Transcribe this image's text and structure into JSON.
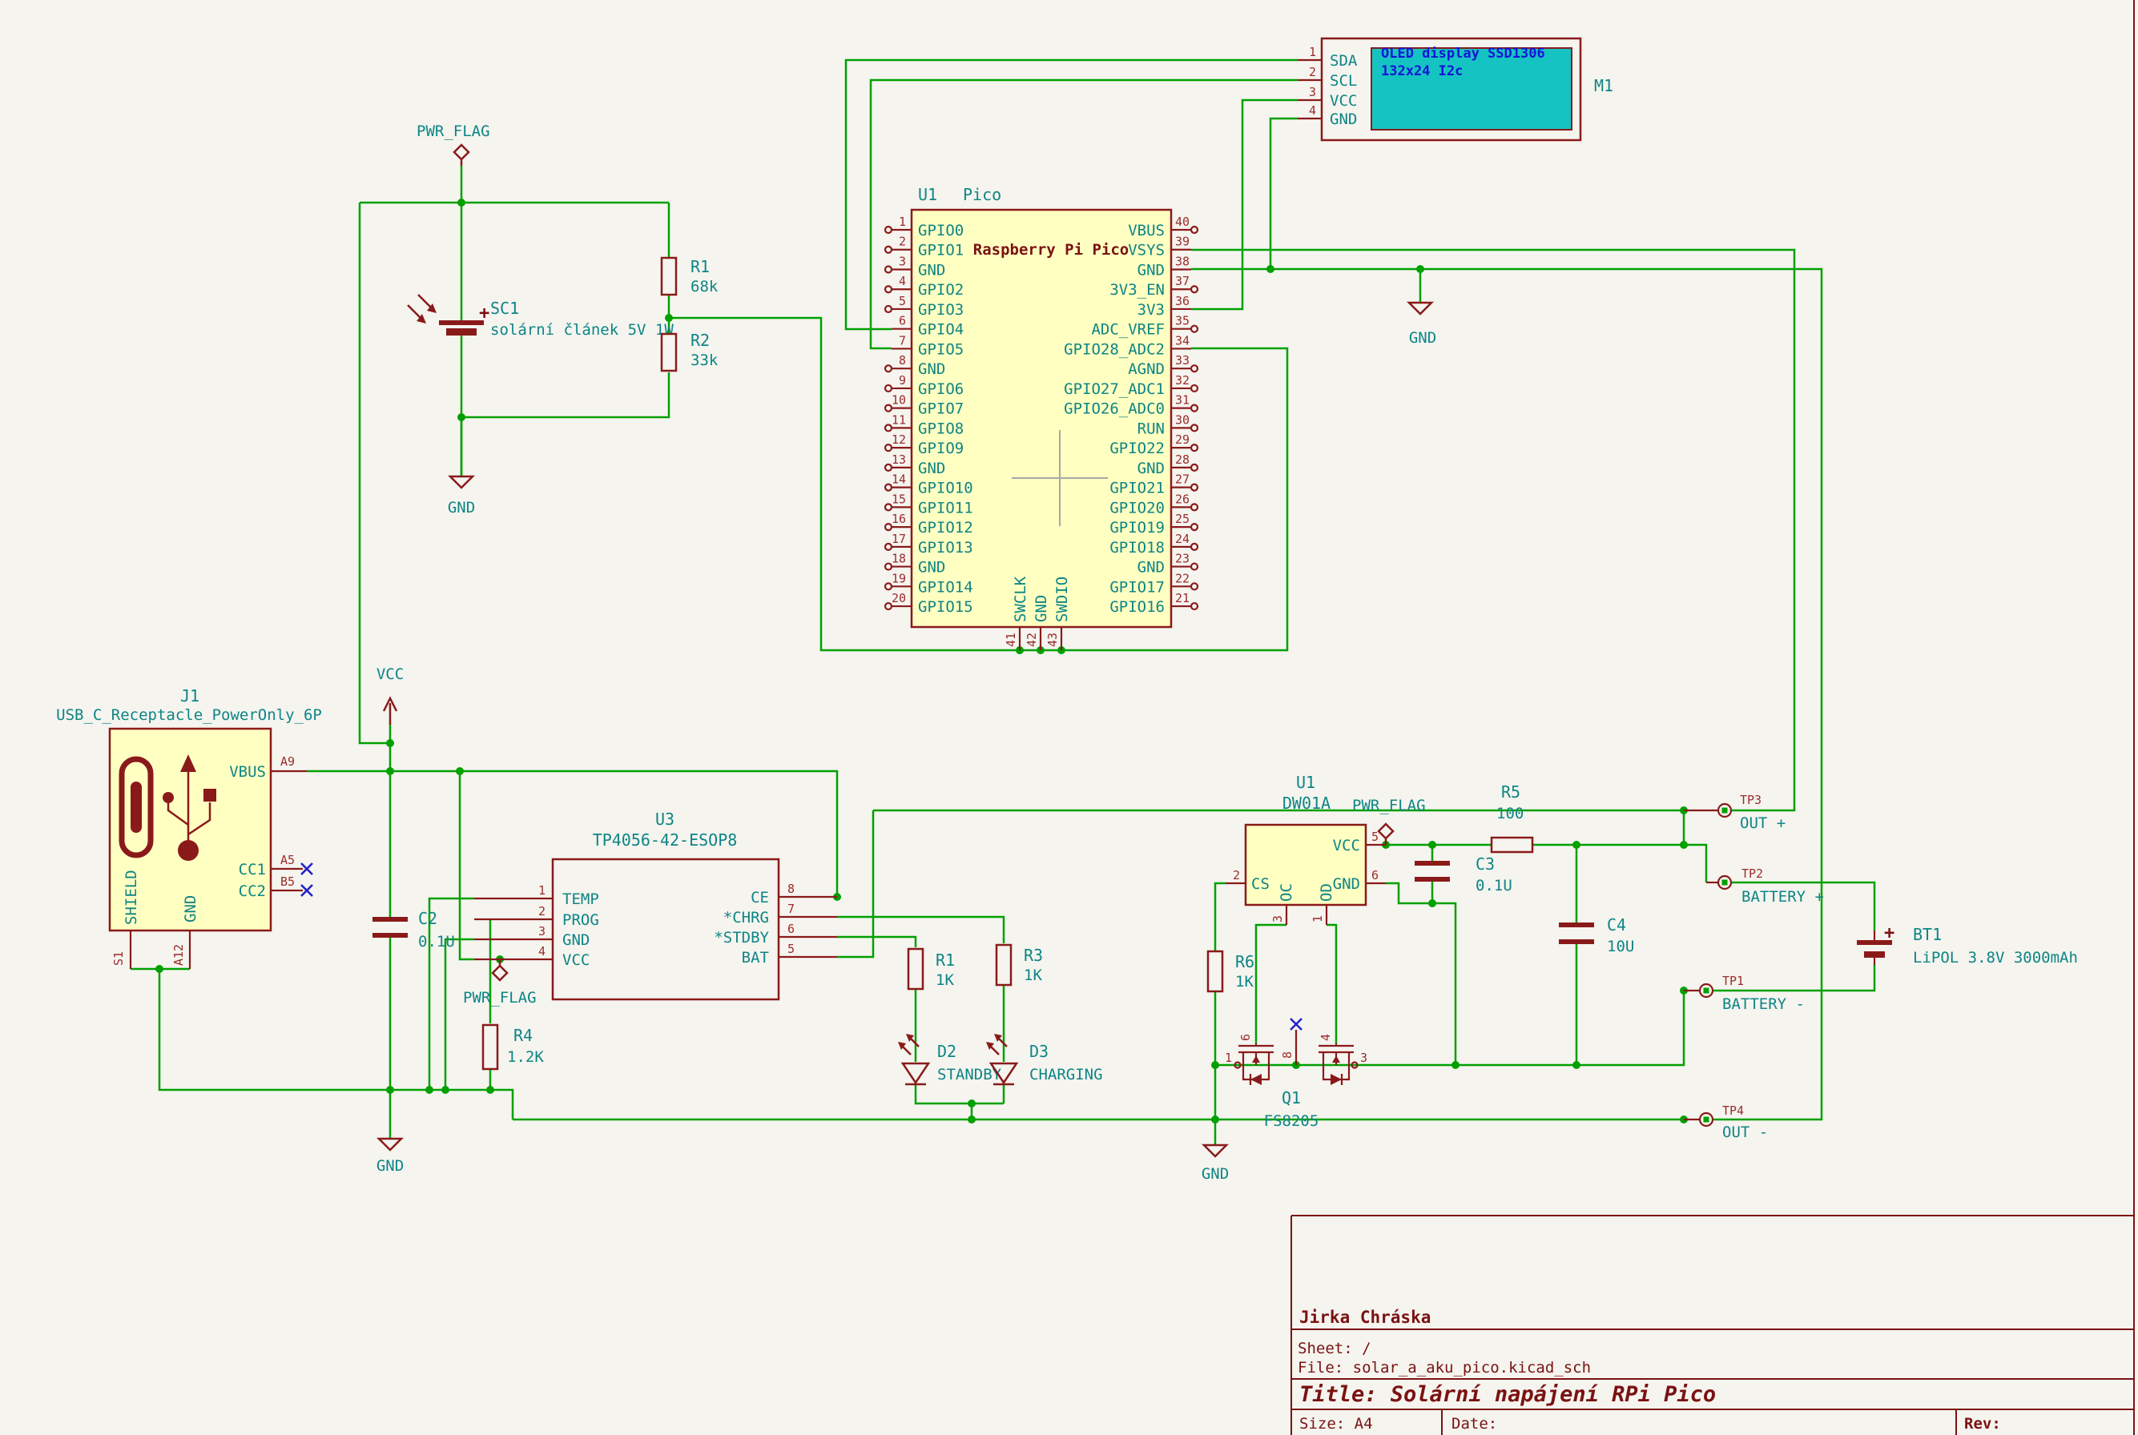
{
  "colors": {
    "bg": "#F5F4EF",
    "wire": "#00A000",
    "sym": "#8A1A1A",
    "symfill": "#FFFFC2",
    "text": "#0E8585",
    "pinnum": "#9C2B2B",
    "darkred": "#7A1212",
    "nc": "#2424C8",
    "screen": "#16C3C3",
    "screentext": "#1414D6",
    "grey": "#A8A8A8"
  },
  "power": {
    "pwr_flag": "PWR_FLAG",
    "gnd": "GND",
    "vcc": "VCC"
  },
  "components": {
    "pico": {
      "ref": "U1",
      "value": "Pico",
      "display_name": "Raspberry Pi Pico",
      "left_pins": [
        {
          "num": "1",
          "name": "GPIO0"
        },
        {
          "num": "2",
          "name": "GPIO1"
        },
        {
          "num": "3",
          "name": "GND"
        },
        {
          "num": "4",
          "name": "GPIO2"
        },
        {
          "num": "5",
          "name": "GPIO3"
        },
        {
          "num": "6",
          "name": "GPIO4"
        },
        {
          "num": "7",
          "name": "GPIO5"
        },
        {
          "num": "8",
          "name": "GND"
        },
        {
          "num": "9",
          "name": "GPIO6"
        },
        {
          "num": "10",
          "name": "GPIO7"
        },
        {
          "num": "11",
          "name": "GPIO8"
        },
        {
          "num": "12",
          "name": "GPIO9"
        },
        {
          "num": "13",
          "name": "GND"
        },
        {
          "num": "14",
          "name": "GPIO10"
        },
        {
          "num": "15",
          "name": "GPIO11"
        },
        {
          "num": "16",
          "name": "GPIO12"
        },
        {
          "num": "17",
          "name": "GPIO13"
        },
        {
          "num": "18",
          "name": "GND"
        },
        {
          "num": "19",
          "name": "GPIO14"
        },
        {
          "num": "20",
          "name": "GPIO15"
        }
      ],
      "right_pins": [
        {
          "num": "40",
          "name": "VBUS"
        },
        {
          "num": "39",
          "name": "VSYS"
        },
        {
          "num": "38",
          "name": "GND"
        },
        {
          "num": "37",
          "name": "3V3_EN"
        },
        {
          "num": "36",
          "name": "3V3"
        },
        {
          "num": "35",
          "name": "ADC_VREF"
        },
        {
          "num": "34",
          "name": "GPIO28_ADC2"
        },
        {
          "num": "33",
          "name": "AGND"
        },
        {
          "num": "32",
          "name": "GPIO27_ADC1"
        },
        {
          "num": "31",
          "name": "GPIO26_ADC0"
        },
        {
          "num": "30",
          "name": "RUN"
        },
        {
          "num": "29",
          "name": "GPIO22"
        },
        {
          "num": "28",
          "name": "GND"
        },
        {
          "num": "27",
          "name": "GPIO21"
        },
        {
          "num": "26",
          "name": "GPIO20"
        },
        {
          "num": "25",
          "name": "GPIO19"
        },
        {
          "num": "24",
          "name": "GPIO18"
        },
        {
          "num": "23",
          "name": "GND"
        },
        {
          "num": "22",
          "name": "GPIO17"
        },
        {
          "num": "21",
          "name": "GPIO16"
        }
      ],
      "bottom_pins": [
        {
          "num": "41",
          "name": "SWCLK"
        },
        {
          "num": "42",
          "name": "GND"
        },
        {
          "num": "43",
          "name": "SWDIO"
        }
      ]
    },
    "oled": {
      "ref": "M1",
      "line1": "OLED display SSD1306",
      "line2": "132x24 I2c",
      "pins": [
        {
          "num": "1",
          "name": "SDA"
        },
        {
          "num": "2",
          "name": "SCL"
        },
        {
          "num": "3",
          "name": "VCC"
        },
        {
          "num": "4",
          "name": "GND"
        }
      ]
    },
    "j1": {
      "ref": "J1",
      "value": "USB_C_Receptacle_PowerOnly_6P",
      "pin_names": {
        "vbus": "VBUS",
        "cc1": "CC1",
        "cc2": "CC2",
        "shield": "SHIELD",
        "gnd": "GND"
      },
      "pads": {
        "vbus": "A9",
        "cc1": "A5",
        "cc2": "B5",
        "shield": "S1",
        "gnd": "A12"
      }
    },
    "u3": {
      "ref": "U3",
      "value": "TP4056-42-ESOP8",
      "left_pins": [
        {
          "num": "1",
          "name": "TEMP"
        },
        {
          "num": "2",
          "name": "PROG"
        },
        {
          "num": "3",
          "name": "GND"
        },
        {
          "num": "4",
          "name": "VCC"
        }
      ],
      "right_pins": [
        {
          "num": "8",
          "name": "CE"
        },
        {
          "num": "7",
          "name": "*CHRG"
        },
        {
          "num": "6",
          "name": "*STDBY"
        },
        {
          "num": "5",
          "name": "BAT"
        }
      ]
    },
    "dw01a": {
      "ref": "U1",
      "value": "DW01A",
      "pins": {
        "vcc": {
          "num": "5",
          "name": "VCC"
        },
        "gnd": {
          "num": "6",
          "name": "GND"
        },
        "cs": {
          "num": "2",
          "name": "CS"
        },
        "oc": {
          "num": "3",
          "name": "OC"
        },
        "od": {
          "num": "1",
          "name": "OD"
        }
      }
    },
    "q1": {
      "ref": "Q1",
      "value": "FS8205",
      "pins": {
        "s1": "1",
        "g1": "6",
        "mid": "8",
        "g2": "4",
        "s2": "3"
      }
    },
    "sc1": {
      "ref": "SC1",
      "value": "solární článek 5V 1W",
      "plus": "+"
    },
    "bt1": {
      "ref": "BT1",
      "value": "LiPOL 3.8V  3000mAh",
      "plus": "+"
    },
    "r1_div": {
      "ref": "R1",
      "value": "68k"
    },
    "r2_div": {
      "ref": "R2",
      "value": "33k"
    },
    "r4": {
      "ref": "R4",
      "value": "1.2K"
    },
    "r1_led": {
      "ref": "R1",
      "value": "1K"
    },
    "r3_led": {
      "ref": "R3",
      "value": "1K"
    },
    "r5": {
      "ref": "R5",
      "value": "100"
    },
    "r6": {
      "ref": "R6",
      "value": "1K"
    },
    "c2": {
      "ref": "C2",
      "value": "0.1U"
    },
    "c3": {
      "ref": "C3",
      "value": "0.1U"
    },
    "c4": {
      "ref": "C4",
      "value": "10U"
    },
    "d2": {
      "ref": "D2",
      "label": "STANDBY"
    },
    "d3": {
      "ref": "D3",
      "label": "CHARGING"
    }
  },
  "testpoints": {
    "tp1": {
      "ref": "TP1",
      "label": "BATTERY -"
    },
    "tp2": {
      "ref": "TP2",
      "label": "BATTERY +"
    },
    "tp3": {
      "ref": "TP3",
      "label": "OUT +"
    },
    "tp4": {
      "ref": "TP4",
      "label": "OUT -"
    }
  },
  "title_block": {
    "author": "Jirka Chráska",
    "sheet": "Sheet: /",
    "file": "File: solar_a_aku_pico.kicad_sch",
    "title": "Title: Solární napájení RPi Pico",
    "size": "Size: A4",
    "date": "Date:",
    "rev": "Rev:"
  }
}
